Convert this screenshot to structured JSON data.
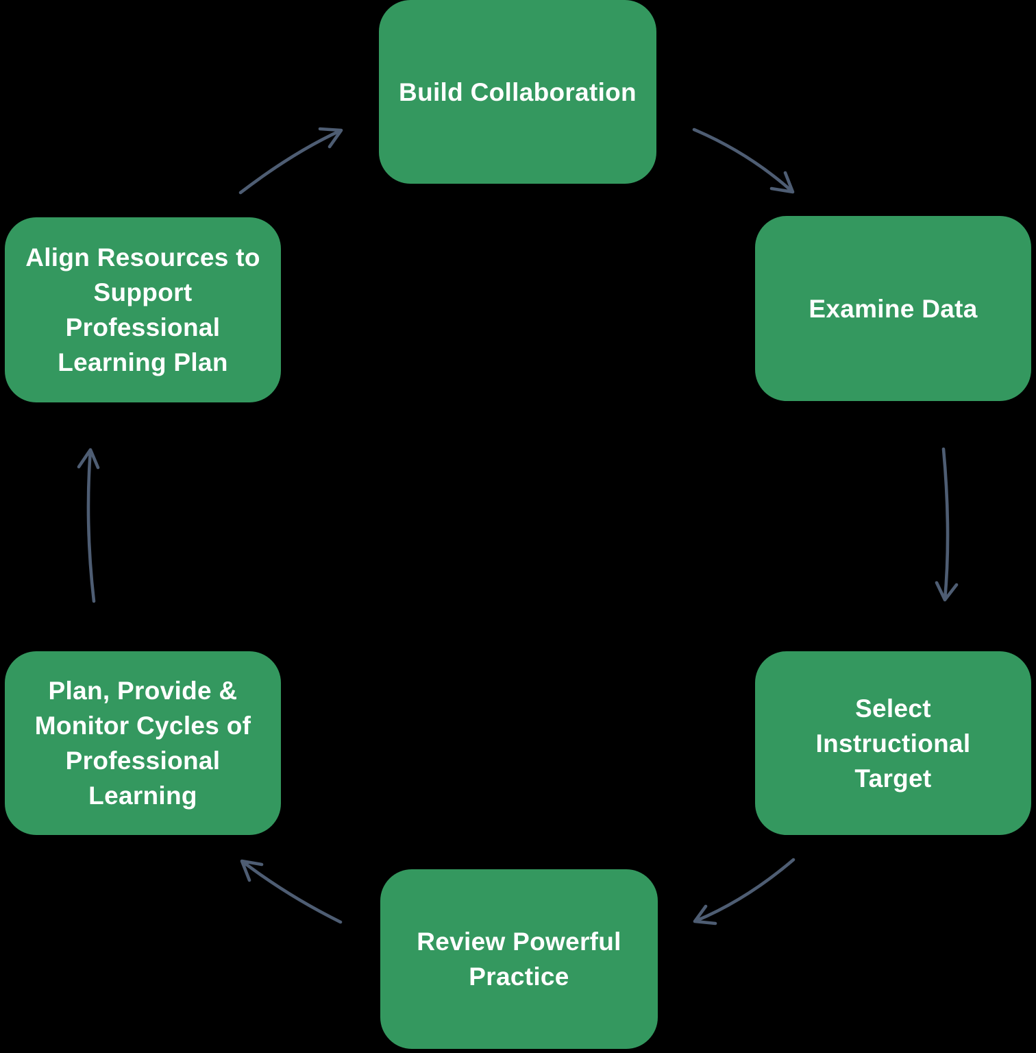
{
  "diagram": {
    "type": "cycle",
    "colors": {
      "background": "#000000",
      "node_fill": "#34985F",
      "node_text": "#FFFFFF",
      "arrow": "#4E5D73"
    },
    "nodes": [
      {
        "id": "build-collaboration",
        "label": "Build Collaboration"
      },
      {
        "id": "examine-data",
        "label": "Examine Data"
      },
      {
        "id": "select-instructional-target",
        "label": "Select Instructional\nTarget"
      },
      {
        "id": "review-powerful-practice",
        "label": "Review Powerful\nPractice"
      },
      {
        "id": "plan-provide-monitor",
        "label": "Plan, Provide &\nMonitor Cycles of\nProfessional\nLearning"
      },
      {
        "id": "align-resources",
        "label": "Align Resources to\nSupport\nProfessional\nLearning Plan"
      }
    ],
    "edges": [
      {
        "from": "build-collaboration",
        "to": "examine-data"
      },
      {
        "from": "examine-data",
        "to": "select-instructional-target"
      },
      {
        "from": "select-instructional-target",
        "to": "review-powerful-practice"
      },
      {
        "from": "review-powerful-practice",
        "to": "plan-provide-monitor"
      },
      {
        "from": "plan-provide-monitor",
        "to": "align-resources"
      },
      {
        "from": "align-resources",
        "to": "build-collaboration"
      }
    ]
  }
}
